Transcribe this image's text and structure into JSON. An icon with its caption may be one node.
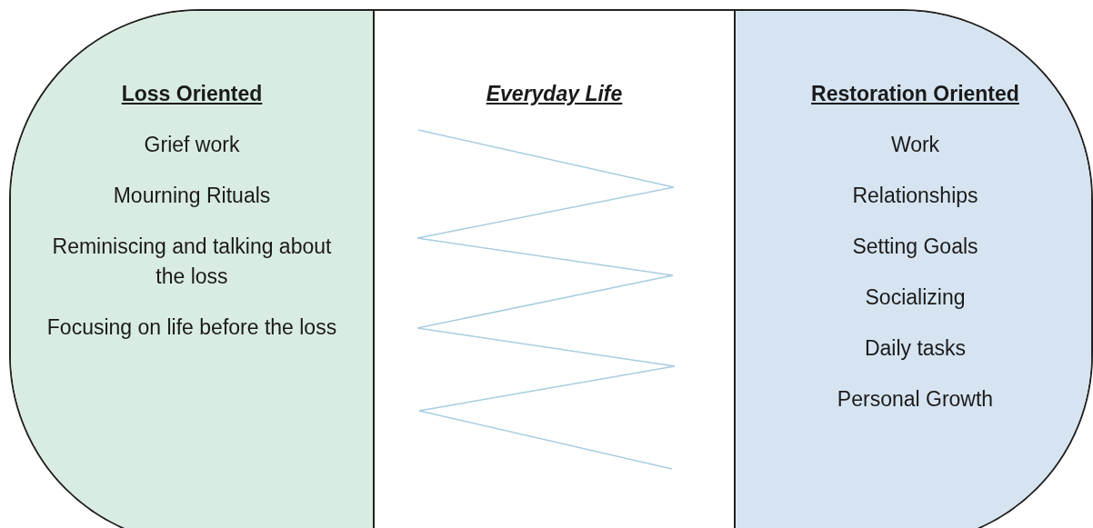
{
  "diagram": {
    "nodes": [
      {
        "text": [
          "Loss Oriented",
          "Grief work",
          "Mourning Rituals",
          "Reminiscing and talking about the loss",
          "Focusing on life before the loss"
        ]
      },
      {
        "text": [
          "Everyday Life"
        ]
      },
      {
        "text": [
          "Restoration Oriented",
          "Work",
          "Relationships",
          "Setting Goals",
          "Socializing",
          "Daily tasks",
          "Personal Growth"
        ]
      }
    ]
  }
}
